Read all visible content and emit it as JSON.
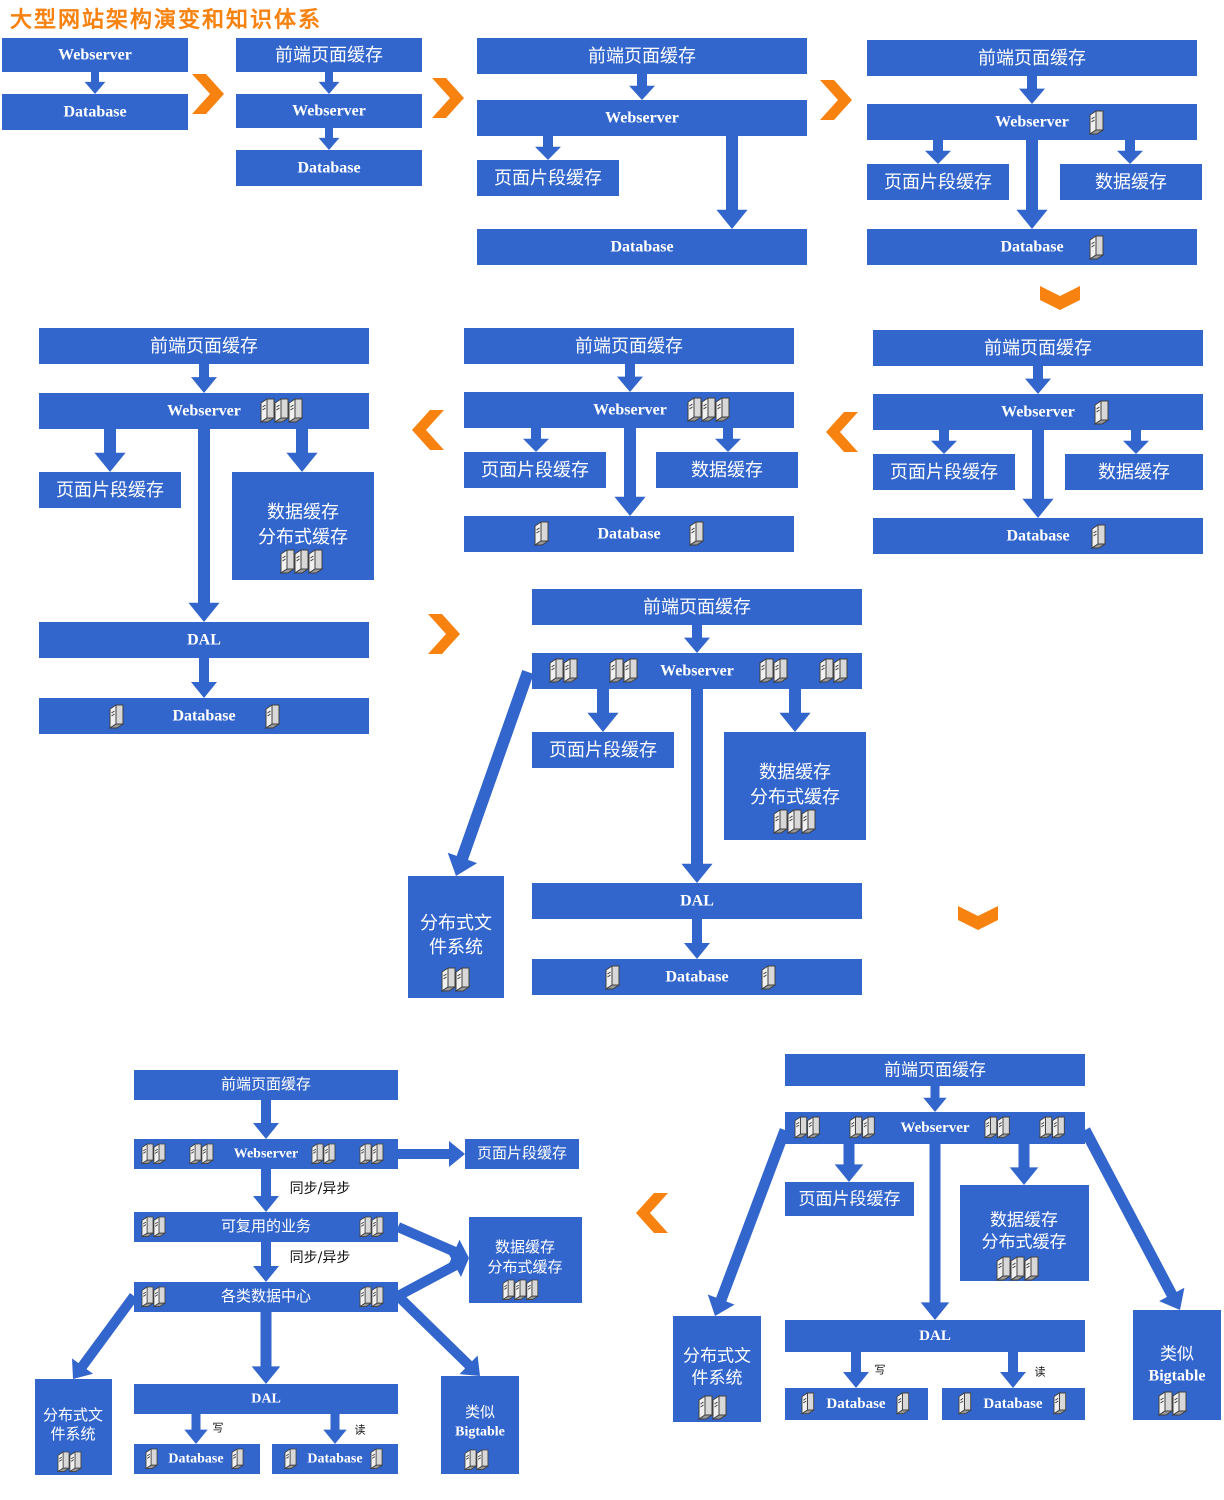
{
  "title": "大型网站架构演变和知识体系",
  "colors": {
    "box": "#3366cc",
    "arrow": "#3366cc",
    "chevron": "#f7820f",
    "title": "#f7820f",
    "server_fill": "#f0f0f0",
    "server_stroke": "#404040"
  },
  "labels": {
    "webserver": "Webserver",
    "database": "Database",
    "front_cache": "前端页面缓存",
    "fragment_cache": "页面片段缓存",
    "data_cache": "数据缓存",
    "distributed_cache": "分布式缓存",
    "dal": "DAL",
    "dfs_line1": "分布式文",
    "dfs_line2": "件系统",
    "bigtable_line1": "类似",
    "bigtable_line2": "Bigtable",
    "reusable_business": "可复用的业务",
    "data_centers": "各类数据中心",
    "sync_async": "同步/异步",
    "write": "写",
    "read": "读"
  },
  "icons": {
    "server": "server-icon",
    "step_arrow": "chevron-arrow-icon"
  }
}
